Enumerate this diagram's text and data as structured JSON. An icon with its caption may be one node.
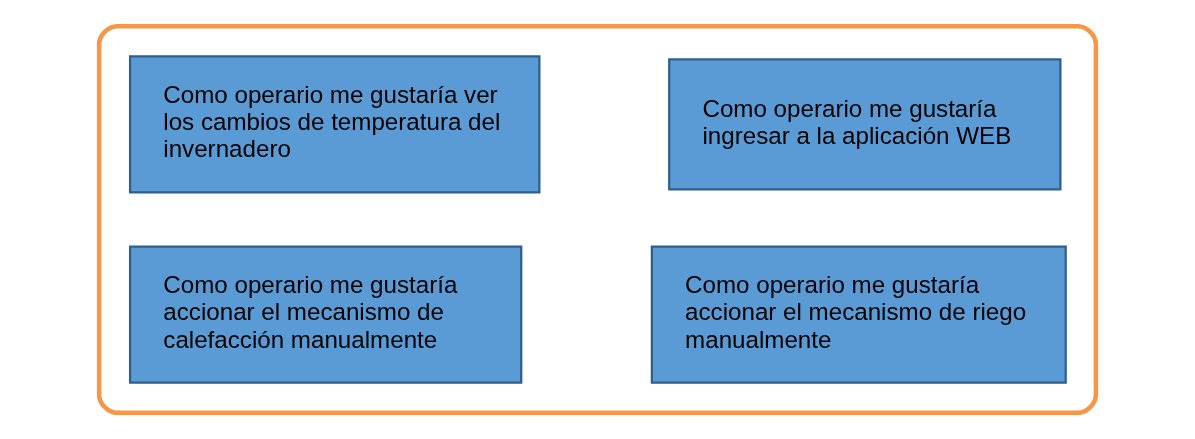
{
  "diagram": {
    "nodes": [
      {
        "text": [],
        "shape": "box"
      },
      {
        "text": [
          "Como operario me gustaría ingresar a la aplicación WEB"
        ],
        "in": 0
      },
      {
        "text": [
          "Como operario me gustaría ver los cambios de temperatura del invernadero"
        ],
        "in": 0
      },
      {
        "text": [
          "Como operario me gustaría accionar el mecanismo de riego manualmente"
        ],
        "in": 0
      },
      {
        "text": [
          "Como operario me gustaría accionar el mecanismo de calefacción manualmente"
        ],
        "in": 0
      }
    ],
    "edges": []
  }
}
